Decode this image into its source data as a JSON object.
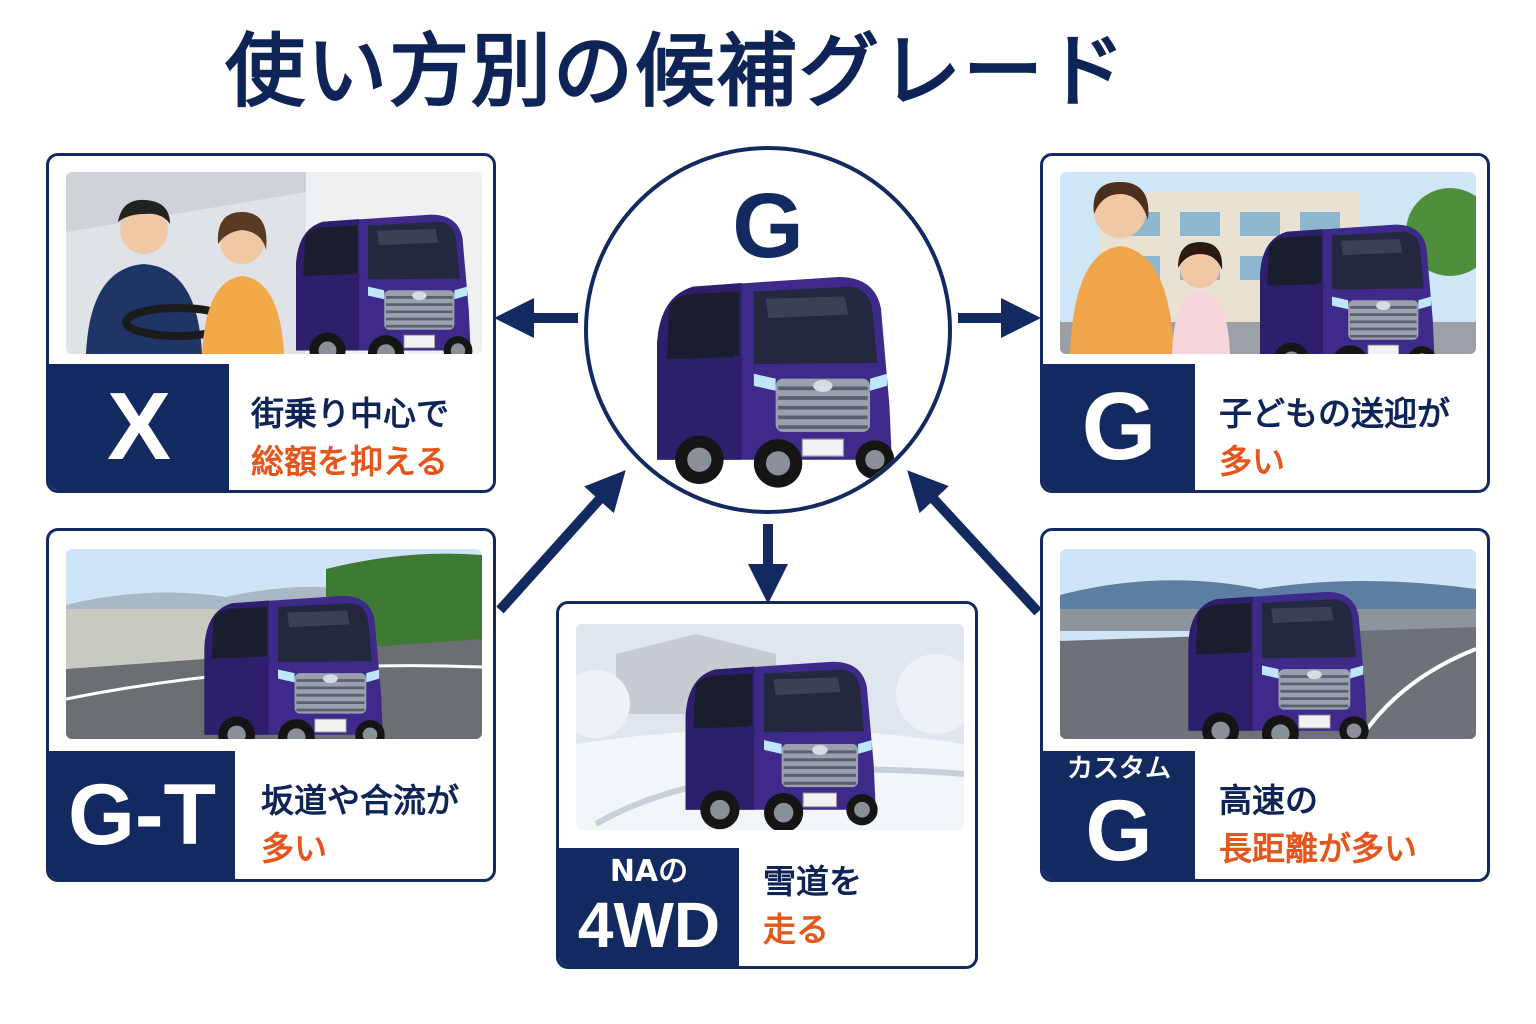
{
  "title": "使い方別の候補グレード",
  "center": {
    "grade": "G"
  },
  "colors": {
    "navy": "#132a60",
    "accent": "#e4561b",
    "car_body": "#3d2a8a"
  },
  "cards": {
    "x": {
      "grade": "X",
      "line1": "街乗り中心で",
      "line2": "総額を抑える",
      "photo": "couple-driving-photo"
    },
    "g": {
      "grade": "G",
      "line1": "子どもの送迎が",
      "line2": "多い",
      "photo": "school-pickup-photo"
    },
    "gt": {
      "grade": "G-T",
      "line1": "坂道や合流が",
      "line2": "多い",
      "photo": "mountain-road-photo"
    },
    "na4wd": {
      "prefix": "NAの",
      "grade": "4WD",
      "line1": "雪道を",
      "line2": "走る",
      "photo": "snow-road-photo"
    },
    "custom": {
      "prefix": "カスタム",
      "grade": "G",
      "line1": "高速の",
      "line2": "長距離が多い",
      "photo": "highway-photo"
    }
  }
}
